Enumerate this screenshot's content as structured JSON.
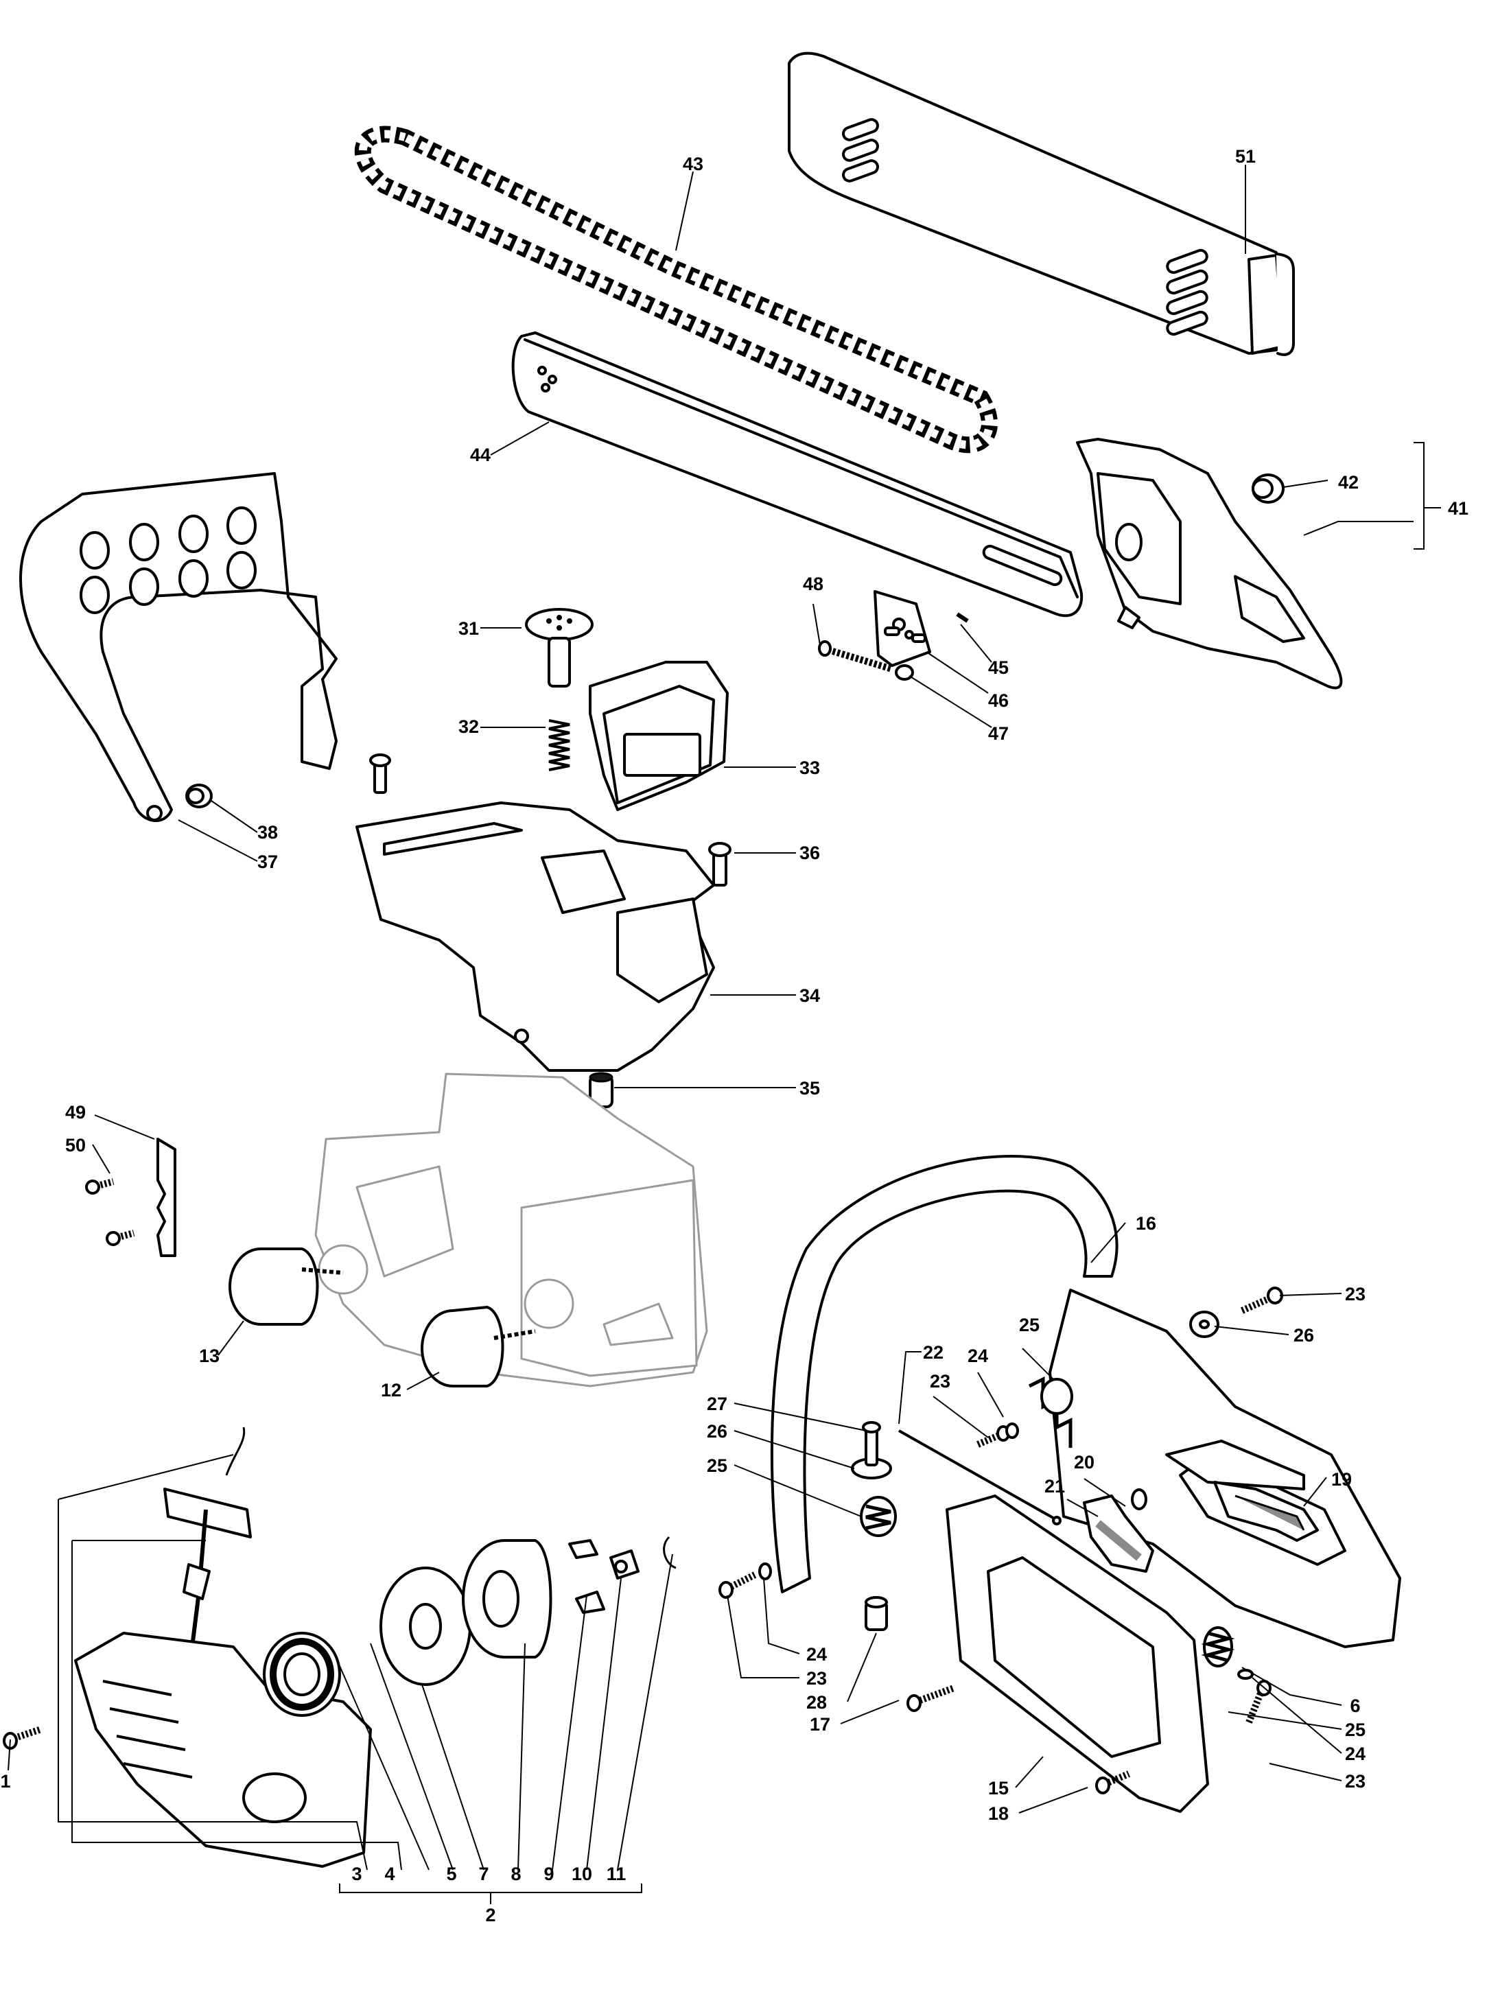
{
  "callouts": [
    {
      "id": "c1",
      "text": "1"
    },
    {
      "id": "c2",
      "text": "2"
    },
    {
      "id": "c3",
      "text": "3"
    },
    {
      "id": "c4",
      "text": "4"
    },
    {
      "id": "c5",
      "text": "5"
    },
    {
      "id": "c6",
      "text": "6"
    },
    {
      "id": "c7",
      "text": "7"
    },
    {
      "id": "c8",
      "text": "8"
    },
    {
      "id": "c9",
      "text": "9"
    },
    {
      "id": "c10",
      "text": "10"
    },
    {
      "id": "c11",
      "text": "11"
    },
    {
      "id": "c12",
      "text": "12"
    },
    {
      "id": "c13",
      "text": "13"
    },
    {
      "id": "c15",
      "text": "15"
    },
    {
      "id": "c16",
      "text": "16"
    },
    {
      "id": "c17",
      "text": "17"
    },
    {
      "id": "c18",
      "text": "18"
    },
    {
      "id": "c19",
      "text": "19"
    },
    {
      "id": "c20",
      "text": "20"
    },
    {
      "id": "c21",
      "text": "21"
    },
    {
      "id": "c22",
      "text": "22"
    },
    {
      "id": "c23a",
      "text": "23"
    },
    {
      "id": "c23b",
      "text": "23"
    },
    {
      "id": "c23c",
      "text": "23"
    },
    {
      "id": "c23d",
      "text": "23"
    },
    {
      "id": "c24a",
      "text": "24"
    },
    {
      "id": "c24b",
      "text": "24"
    },
    {
      "id": "c24c",
      "text": "24"
    },
    {
      "id": "c25a",
      "text": "25"
    },
    {
      "id": "c25b",
      "text": "25"
    },
    {
      "id": "c25c",
      "text": "25"
    },
    {
      "id": "c26a",
      "text": "26"
    },
    {
      "id": "c26b",
      "text": "26"
    },
    {
      "id": "c27",
      "text": "27"
    },
    {
      "id": "c28",
      "text": "28"
    },
    {
      "id": "c31",
      "text": "31"
    },
    {
      "id": "c32",
      "text": "32"
    },
    {
      "id": "c33",
      "text": "33"
    },
    {
      "id": "c34",
      "text": "34"
    },
    {
      "id": "c35",
      "text": "35"
    },
    {
      "id": "c36",
      "text": "36"
    },
    {
      "id": "c37",
      "text": "37"
    },
    {
      "id": "c38",
      "text": "38"
    },
    {
      "id": "c41",
      "text": "41"
    },
    {
      "id": "c42",
      "text": "42"
    },
    {
      "id": "c43",
      "text": "43"
    },
    {
      "id": "c44",
      "text": "44"
    },
    {
      "id": "c45",
      "text": "45"
    },
    {
      "id": "c46",
      "text": "46"
    },
    {
      "id": "c47",
      "text": "47"
    },
    {
      "id": "c48",
      "text": "48"
    },
    {
      "id": "c49",
      "text": "49"
    },
    {
      "id": "c50",
      "text": "50"
    },
    {
      "id": "c51",
      "text": "51"
    }
  ]
}
